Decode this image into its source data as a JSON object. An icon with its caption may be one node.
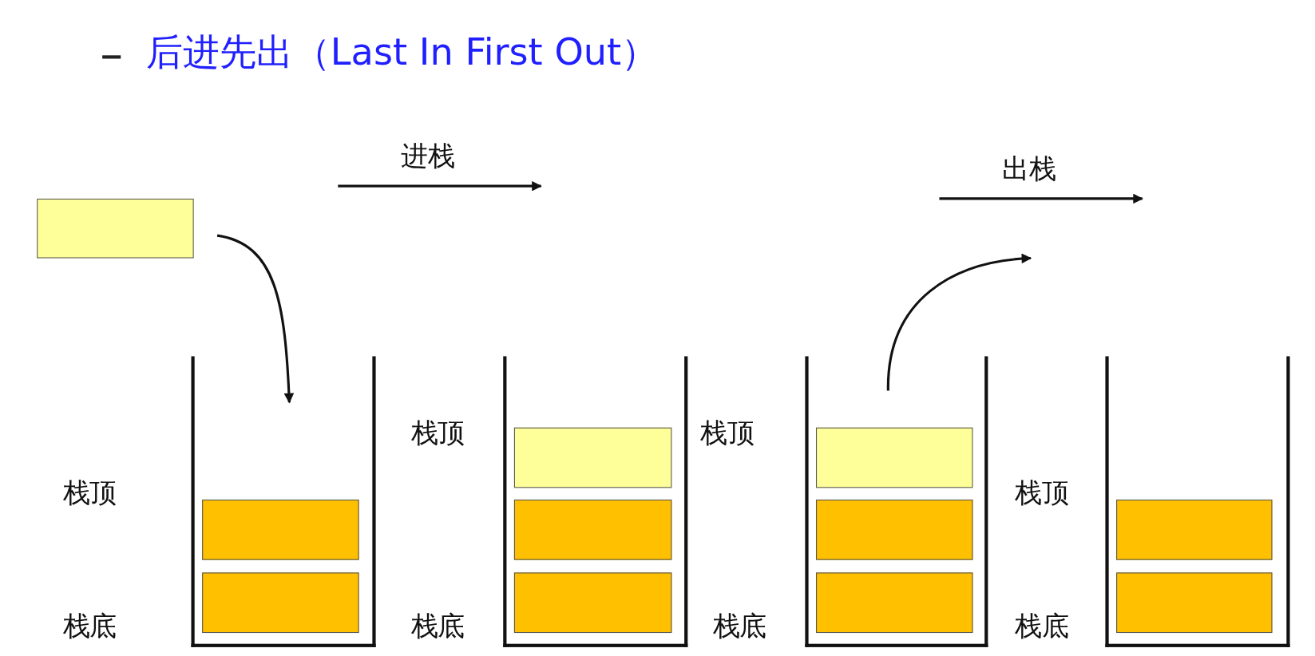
{
  "diagram": {
    "title": "后进先出（Last In First Out）",
    "nodes": [
      {
        "text": [],
        "shape": "box"
      },
      {
        "text": [],
        "shape": "box"
      },
      {
        "text": [],
        "shape": "box",
        "in": 1
      },
      {
        "text": [],
        "shape": "box",
        "in": 1
      },
      {
        "text": [],
        "shape": "box"
      },
      {
        "text": [],
        "shape": "box",
        "in": 4
      },
      {
        "text": [],
        "shape": "box",
        "in": 4
      },
      {
        "text": [],
        "shape": "box",
        "in": 4
      },
      {
        "text": [],
        "shape": "box"
      },
      {
        "text": [],
        "shape": "box",
        "in": 8
      },
      {
        "text": [],
        "shape": "box",
        "in": 8
      },
      {
        "text": [],
        "shape": "box",
        "in": 8
      },
      {
        "text": [],
        "shape": "box"
      },
      {
        "text": [],
        "shape": "box",
        "in": 12
      },
      {
        "text": [],
        "shape": "box",
        "in": 12
      }
    ],
    "edges": [
      {
        "from": 0,
        "to": 1,
        "arrow": "to"
      },
      {
        "from": 9,
        "to": null,
        "arrow": "to"
      }
    ],
    "labels": [
      "进栈",
      "出栈",
      "栈顶",
      "栈顶",
      "栈顶",
      "栈顶",
      "栈底",
      "栈底",
      "栈底",
      "栈底"
    ]
  }
}
